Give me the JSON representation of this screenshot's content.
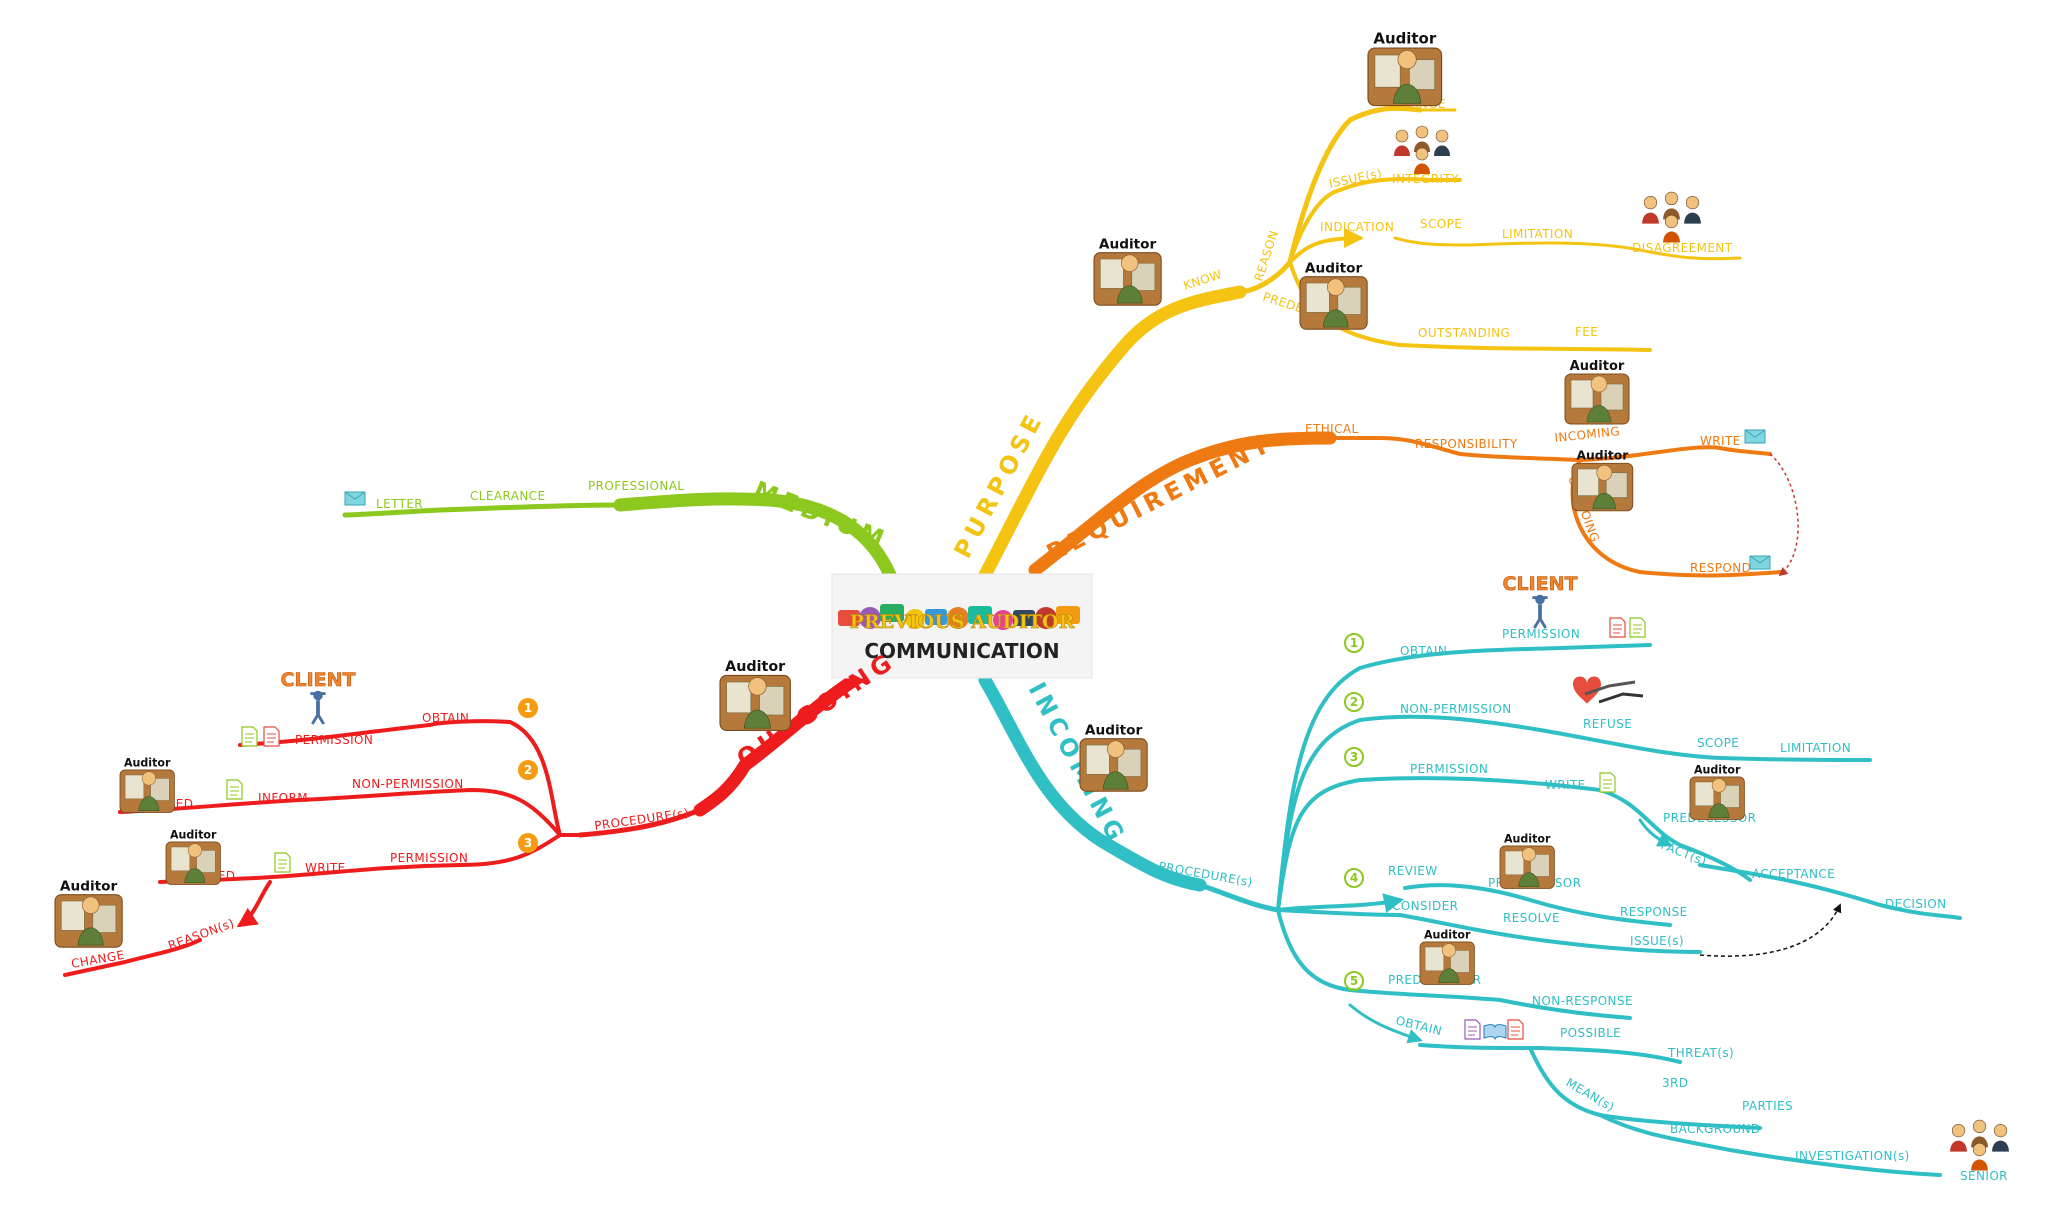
{
  "title": {
    "line1": "PREVIOUS AUDITOR",
    "line2": "COMMUNICATION"
  },
  "captions": {
    "auditor": "Auditor",
    "client": "CLIENT"
  },
  "colors": {
    "purpose": "#f5c412",
    "requirement": "#f07a12",
    "medium": "#8cc81e",
    "outgoing": "#ee1c1c",
    "incoming": "#2fbfc4"
  },
  "branches": {
    "purpose": {
      "label": "PURPOSE",
      "know": "KNOW",
      "reason": "REASON",
      "change": "CHANGE",
      "issues": "ISSUE(s)",
      "integrity": "INTEGRITY",
      "indication": "INDICATION",
      "scope": "SCOPE",
      "limitation": "LIMITATION",
      "disagreement": "DISAGREEMENT",
      "predecessor": "PREDECESSOR",
      "outstanding": "OUTSTANDING",
      "fee": "FEE"
    },
    "requirement": {
      "label": "REQUIREMENT",
      "ethical": "ETHICAL",
      "responsibility": "RESPONSIBILITY",
      "incoming": "INCOMING",
      "write": "WRITE",
      "outgoing": "OUTGOING",
      "respond": "RESPOND"
    },
    "medium": {
      "label": "MEDIUM",
      "professional": "PROFESSIONAL",
      "clearance": "CLEARANCE",
      "letter": "LETTER"
    },
    "outgoing": {
      "label": "OUTGOING",
      "procedures": "PROCEDURE(s)",
      "n1": "1",
      "n2": "2",
      "n3": "3",
      "obtain": "OBTAIN",
      "permission1": "PERMISSION",
      "nonPermission": "NON-PERMISSION",
      "inform": "INFORM",
      "proposed1": "PROPOSED",
      "permission3": "PERMISSION",
      "write": "WRITE",
      "proposed3": "PROPOSED",
      "reasons": "REASON(s)",
      "change": "CHANGE"
    },
    "incoming": {
      "label": "INCOMING",
      "procedures": "PROCEDURE(s)",
      "n1": "1",
      "n2": "2",
      "n3": "3",
      "n4": "4",
      "n5": "5",
      "obtain1": "OBTAIN",
      "permission1": "PERMISSION",
      "nonPermission": "NON-PERMISSION",
      "refuse": "REFUSE",
      "scope": "SCOPE",
      "limitation": "LIMITATION",
      "permission3": "PERMISSION",
      "write": "WRITE",
      "predecessor3": "PREDECESSOR",
      "facts": "FACT(s)",
      "acceptance": "ACCEPTANCE",
      "decision": "DECISION",
      "review": "REVIEW",
      "predecessor4": "PREDECESSOR",
      "response": "RESPONSE",
      "consider": "CONSIDER",
      "resolve": "RESOLVE",
      "issues": "ISSUE(s)",
      "predecessor5": "PREDECESSOR",
      "nonResponse": "NON-RESPONSE",
      "obtain5": "OBTAIN",
      "possible": "POSSIBLE",
      "threats": "THREAT(s)",
      "means": "MEAN(s)",
      "third": "3RD",
      "parties": "PARTIES",
      "background": "BACKGROUND",
      "investigations": "INVESTIGATION(s)",
      "senior": "SENIOR"
    }
  }
}
